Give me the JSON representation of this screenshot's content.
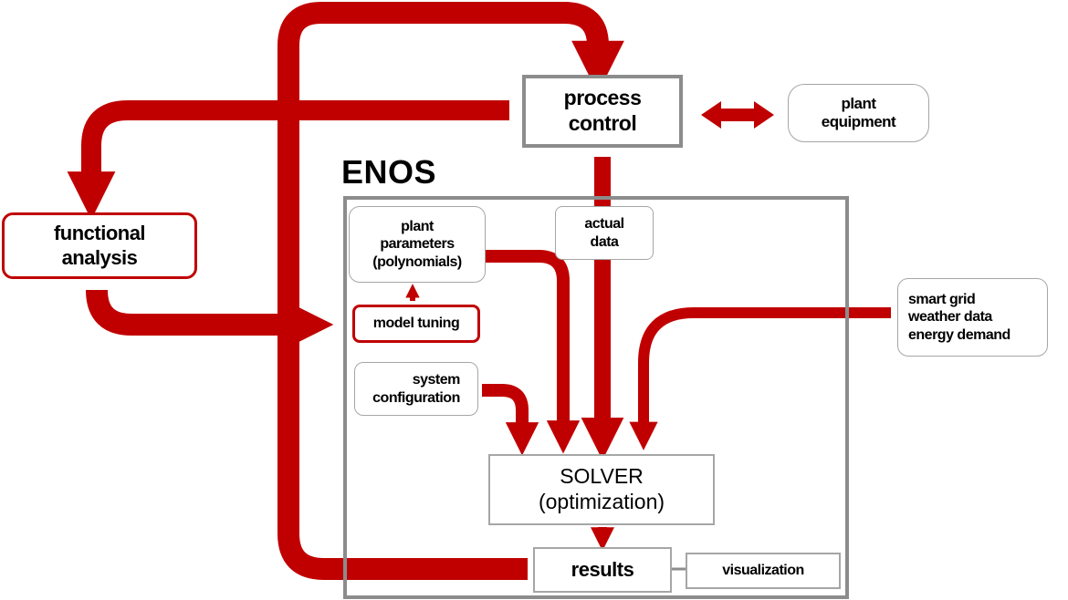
{
  "diagram": {
    "container_title": "ENOS",
    "nodes": {
      "process_control": [
        "process",
        "control"
      ],
      "plant_equipment": [
        "plant",
        "equipment"
      ],
      "functional_analysis": [
        "functional",
        "analysis"
      ],
      "plant_parameters": [
        "plant",
        "parameters",
        "(polynomials)"
      ],
      "actual_data": [
        "actual",
        "data"
      ],
      "model_tuning": "model tuning",
      "system_configuration": [
        "system",
        "configuration"
      ],
      "external_inputs": [
        "smart grid",
        "weather data",
        "energy demand"
      ],
      "solver": [
        "SOLVER",
        "(optimization)"
      ],
      "results": "results",
      "visualization": "visualization"
    },
    "colors": {
      "flow": "#c00000",
      "box_border": "#8c8c8c",
      "soft_border": "#a6a6a6"
    }
  }
}
